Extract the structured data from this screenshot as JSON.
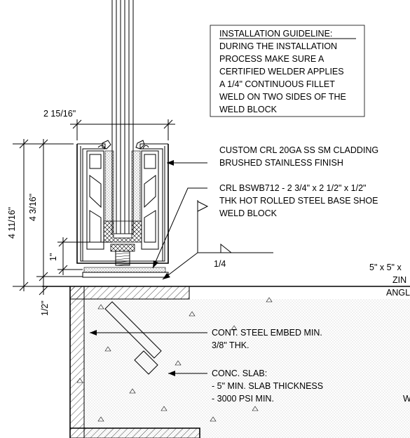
{
  "installation_note": {
    "title": "INSTALLATION GUIDELINE:",
    "lines": [
      "DURING THE INSTALLATION",
      "PROCESS MAKE SURE A",
      "CERTIFIED WELDER APPLIES",
      "A 1/4\" CONTINUOUS FILLET",
      "WELD ON TWO SIDES OF THE",
      "WELD BLOCK"
    ]
  },
  "callouts": {
    "cladding": [
      "CUSTOM CRL 20GA SS SM CLADDING",
      "BRUSHED STAINLESS FINISH"
    ],
    "base_shoe": [
      "CRL BSWB712 - 2 3/4\" x 2 1/2\" x 1/2\"",
      "THK HOT ROLLED STEEL BASE SHOE",
      "WELD BLOCK"
    ],
    "embed": [
      "CONT. STEEL EMBED MIN.",
      "3/8\" THK."
    ],
    "slab": [
      "CONC. SLAB:",
      "- 5\" MIN. SLAB THICKNESS",
      "- 3000 PSI MIN."
    ],
    "angle_partial": [
      "5\" x 5\" x",
      "ZIN",
      "ANGL"
    ],
    "partial_w": "W"
  },
  "dimensions": {
    "width": "2 15/16\"",
    "overall_height": "4 11/16\"",
    "shoe_height": "4 3/16\"",
    "bolt_height": "1\"",
    "block_thickness": "1/2\""
  },
  "weld_symbol": {
    "size": "1/4"
  }
}
